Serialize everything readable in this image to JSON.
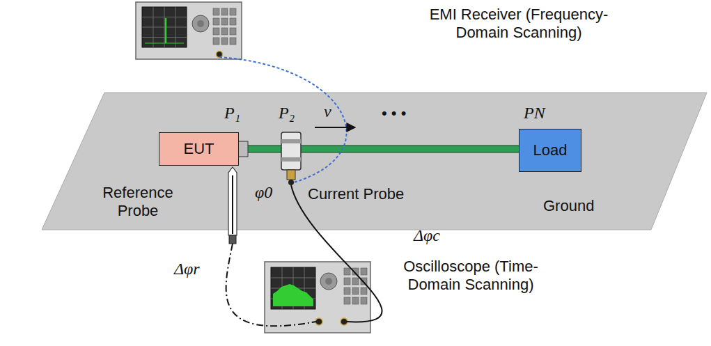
{
  "diagram": {
    "nodes": [
      {
        "text": [
          "Ground"
        ]
      },
      {
        "text": [
          "EUT"
        ],
        "in": 0
      },
      {
        "text": [
          "Load"
        ],
        "in": 0
      }
    ],
    "edges": [
      {
        "from": 1,
        "to": 2,
        "arrow": "none"
      }
    ],
    "labels": [
      "EMI Receiver (Frequency-Domain Scanning)",
      "P₁",
      "P₂",
      "v",
      "• • •",
      "PN",
      "φ0",
      "Reference Probe",
      "Current Probe",
      "Δφr",
      "Δφc",
      "Oscilloscope (Time-Domain Scanning)"
    ]
  }
}
